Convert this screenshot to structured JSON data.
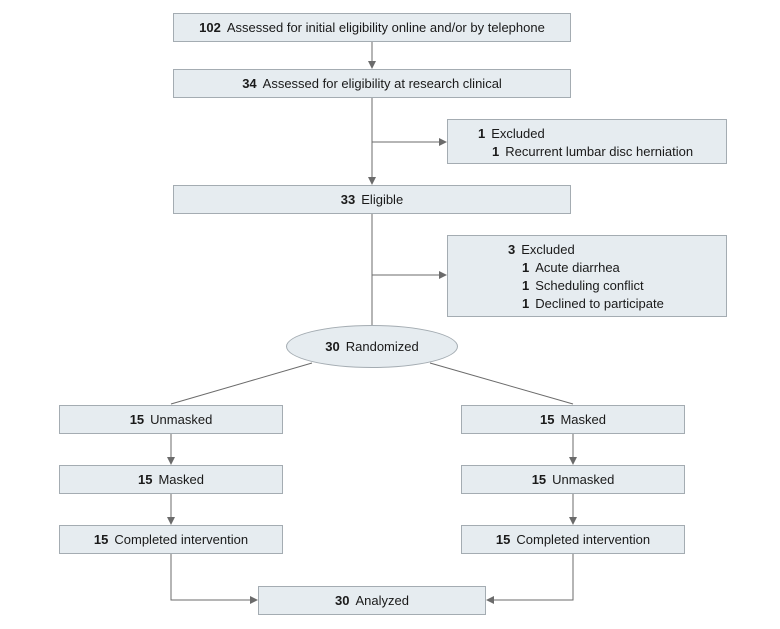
{
  "nodes": {
    "assessed_online": {
      "num": "102",
      "label": "Assessed for initial eligibility online and/or by telephone"
    },
    "assessed_clinic": {
      "num": "34",
      "label": "Assessed for eligibility at research clinical"
    },
    "excluded_1": {
      "num": "1",
      "label": "Excluded",
      "reasons": [
        {
          "num": "1",
          "label": "Recurrent lumbar disc herniation"
        }
      ]
    },
    "eligible": {
      "num": "33",
      "label": "Eligible"
    },
    "excluded_2": {
      "num": "3",
      "label": "Excluded",
      "reasons": [
        {
          "num": "1",
          "label": "Acute diarrhea"
        },
        {
          "num": "1",
          "label": "Scheduling conflict"
        },
        {
          "num": "1",
          "label": "Declined to participate"
        }
      ]
    },
    "randomized": {
      "num": "30",
      "label": "Randomized"
    },
    "left_1": {
      "num": "15",
      "label": "Unmasked"
    },
    "left_2": {
      "num": "15",
      "label": "Masked"
    },
    "left_3": {
      "num": "15",
      "label": "Completed intervention"
    },
    "right_1": {
      "num": "15",
      "label": "Masked"
    },
    "right_2": {
      "num": "15",
      "label": "Unmasked"
    },
    "right_3": {
      "num": "15",
      "label": "Completed intervention"
    },
    "analyzed": {
      "num": "30",
      "label": "Analyzed"
    }
  },
  "colors": {
    "box_fill": "#e6ecf0",
    "box_border": "#a4acb2",
    "line": "#6b6b6b"
  }
}
